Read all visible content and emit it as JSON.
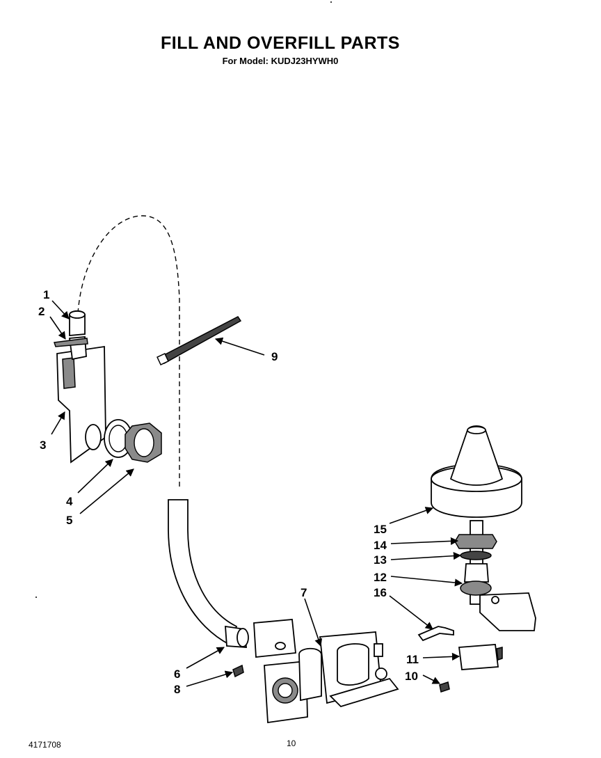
{
  "header": {
    "title": "FILL AND OVERFILL PARTS",
    "subtitle": "For Model: KUDJ23HYWH0"
  },
  "footer": {
    "document_number": "4171708",
    "page_number": "10"
  },
  "callouts": [
    "1",
    "2",
    "3",
    "4",
    "5",
    "6",
    "7",
    "8",
    "9",
    "10",
    "11",
    "12",
    "13",
    "14",
    "15",
    "16"
  ]
}
